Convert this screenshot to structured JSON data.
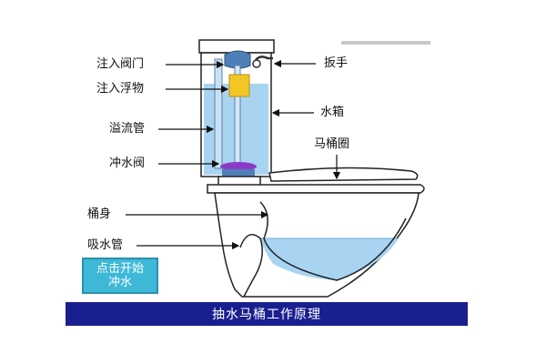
{
  "diagram": {
    "title": "抽水马桶工作原理",
    "labels": {
      "inlet_valve": "注入阀门",
      "float": "注入浮物",
      "overflow_tube": "溢流管",
      "flush_valve": "冲水阀",
      "bowl_body": "桶身",
      "siphon_tube": "吸水管",
      "handle": "扳手",
      "tank": "水箱",
      "seat_ring": "马桶圈"
    },
    "flush_button": "点击开始冲水",
    "colors": {
      "title_bar": "#1a1f8f",
      "button": "#3fb8d8",
      "water": "#a8d4f2",
      "float": "#f2c624",
      "flapper": "#8a3cc8"
    }
  }
}
